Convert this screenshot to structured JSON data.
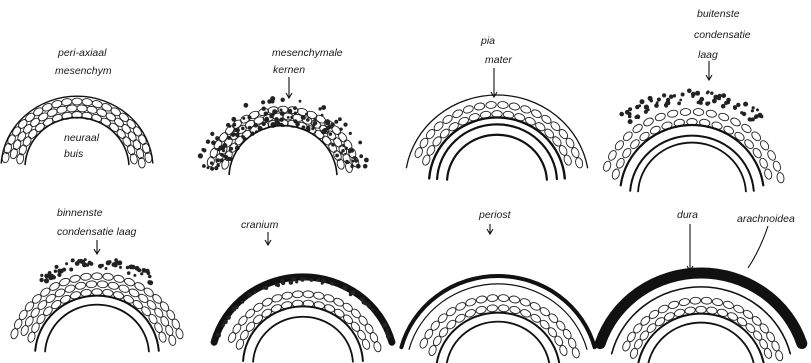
{
  "panels": [
    {
      "id": "p1",
      "labels": [
        "peri-axiaal",
        "mesenchym",
        "neuraal",
        "buis"
      ]
    },
    {
      "id": "p2",
      "labels": [
        "mesenchymale",
        "kernen"
      ]
    },
    {
      "id": "p3",
      "labels": [
        "pia",
        "mater"
      ]
    },
    {
      "id": "p4",
      "labels": [
        "buitenste",
        "condensatie",
        "laag"
      ]
    },
    {
      "id": "p5",
      "labels": [
        "binnenste",
        "condensatie laag"
      ]
    },
    {
      "id": "p6",
      "labels": [
        "cranium"
      ]
    },
    {
      "id": "p7",
      "labels": [
        "periost"
      ]
    },
    {
      "id": "p8",
      "labels": [
        "dura",
        "arachnoidea"
      ]
    }
  ]
}
